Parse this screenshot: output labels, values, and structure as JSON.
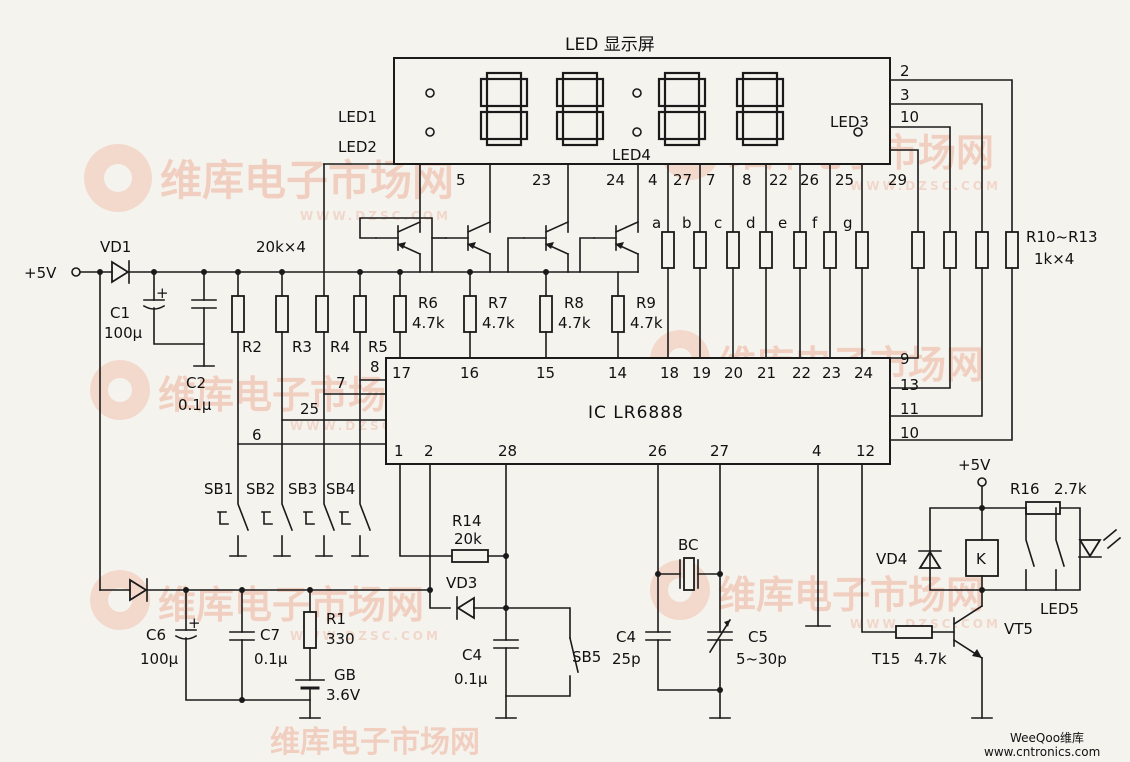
{
  "title": "LED 显示屏",
  "led_labels": {
    "led1": "LED1",
    "led2": "LED2",
    "led3": "LED3",
    "led4": "LED4",
    "led5": "LED5"
  },
  "display_pins": [
    "5",
    "23",
    "24",
    "4",
    "27",
    "7",
    "8",
    "22",
    "26",
    "25",
    "29"
  ],
  "display_pins_right": [
    "2",
    "3",
    "10"
  ],
  "segments": [
    "a",
    "b",
    "c",
    "d",
    "e",
    "f",
    "g"
  ],
  "ic": {
    "name": "IC  LR6888"
  },
  "ic_top_pins": [
    "17",
    "16",
    "15",
    "14",
    "18",
    "19",
    "20",
    "21",
    "22",
    "23",
    "24"
  ],
  "ic_left_pins": [
    "8",
    "7",
    "25",
    "6"
  ],
  "ic_right_pins": [
    "9",
    "13",
    "11",
    "10"
  ],
  "ic_bottom_pins": [
    "1",
    "2",
    "28",
    "26",
    "27",
    "4",
    "12"
  ],
  "components": {
    "vd1": "VD1",
    "supply": "+5V",
    "supply2": "+5V",
    "c1": "C1",
    "c1_val": "100µ",
    "c2": "C2",
    "c2_val": "0.1µ",
    "r_bank": "20k×4",
    "r2": "R2",
    "r3": "R3",
    "r4": "R4",
    "r5": "R5",
    "r6": "R6",
    "r6_val": "4.7k",
    "r7": "R7",
    "r7_val": "4.7k",
    "r8": "R8",
    "r8_val": "4.7k",
    "r9": "R9",
    "r9_val": "4.7k",
    "r10_13": "R10~R13",
    "r10_13_val": "1k×4",
    "sb1": "SB1",
    "sb2": "SB2",
    "sb3": "SB3",
    "sb4": "SB4",
    "sb5": "SB5",
    "r14": "R14",
    "r14_val": "20k",
    "vd3": "VD3",
    "c6": "C6",
    "c6_val": "100µ",
    "c7": "C7",
    "c7_val": "0.1µ",
    "r1": "R1",
    "r1_val": "330",
    "gb": "GB",
    "gb_val": "3.6V",
    "c4a": "C4",
    "c4a_val": "0.1µ",
    "bc": "BC",
    "c4b": "C4",
    "c4b_val": "25p",
    "c5": "C5",
    "c5_val": "5~30p",
    "r16": "R16",
    "r16_val": "2.7k",
    "vd4": "VD4",
    "k": "K",
    "t15": "T15",
    "t15_val": "4.7k",
    "vt5": "VT5"
  },
  "watermark": {
    "brand": "维库电子市场网",
    "site": "WWW.DZSC.COM"
  },
  "corner": {
    "brand": "WeeQoo维库",
    "site": "www.cntronics.com"
  },
  "colors": {
    "wire": "#1a1a1a",
    "background": "#f5f3ee",
    "watermark": "#f1c9b8"
  }
}
